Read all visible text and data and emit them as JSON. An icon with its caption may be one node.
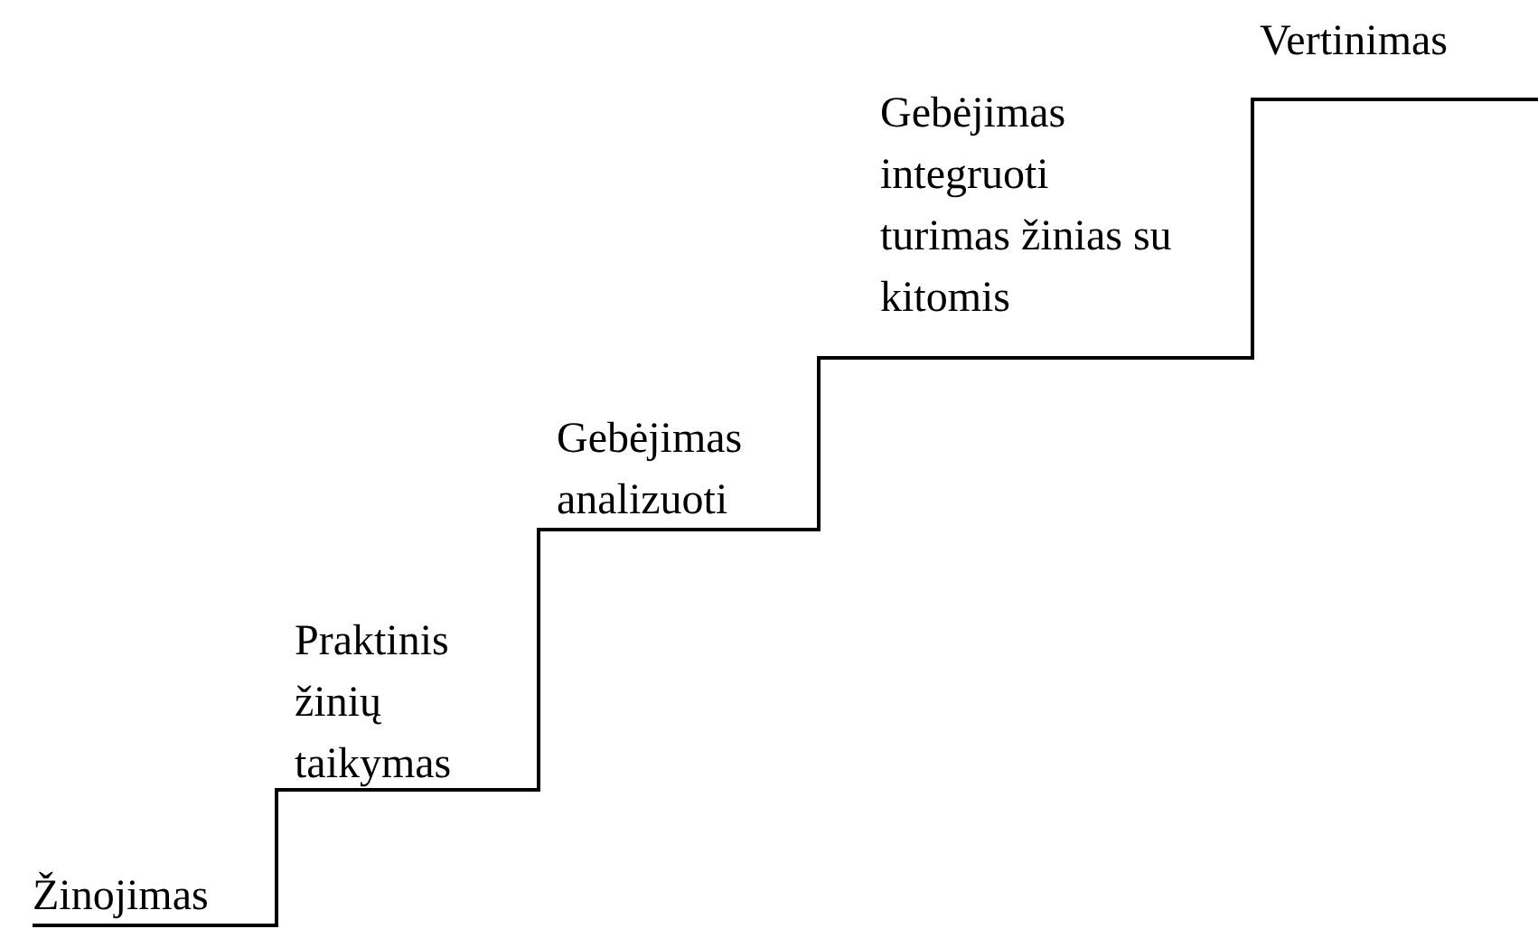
{
  "diagram": {
    "labels": [
      "Žinojimas",
      "Praktinis žinių taikymas",
      "Gebėjimas analizuoti",
      "Gebėjimas integruoti turimas žinias su kitomis",
      "Vertinimas"
    ]
  }
}
